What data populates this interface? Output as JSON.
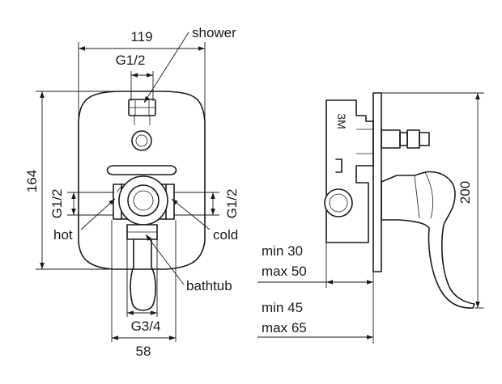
{
  "front_view": {
    "width_dim": "119",
    "height_dim": "164",
    "shower_label": "shower",
    "shower_thread": "G1/2",
    "hot_label": "hot",
    "cold_label": "cold",
    "hot_thread": "G1/2",
    "cold_thread": "G1/2",
    "bathtub_label": "bathtub",
    "bathtub_thread": "G3/4",
    "bottom_dim": "58"
  },
  "side_view": {
    "mark": "3M",
    "height_dim": "200",
    "depth_min_1": "min 30",
    "depth_max_1": "max 50",
    "depth_min_2": "min 45",
    "depth_max_2": "max 65"
  }
}
